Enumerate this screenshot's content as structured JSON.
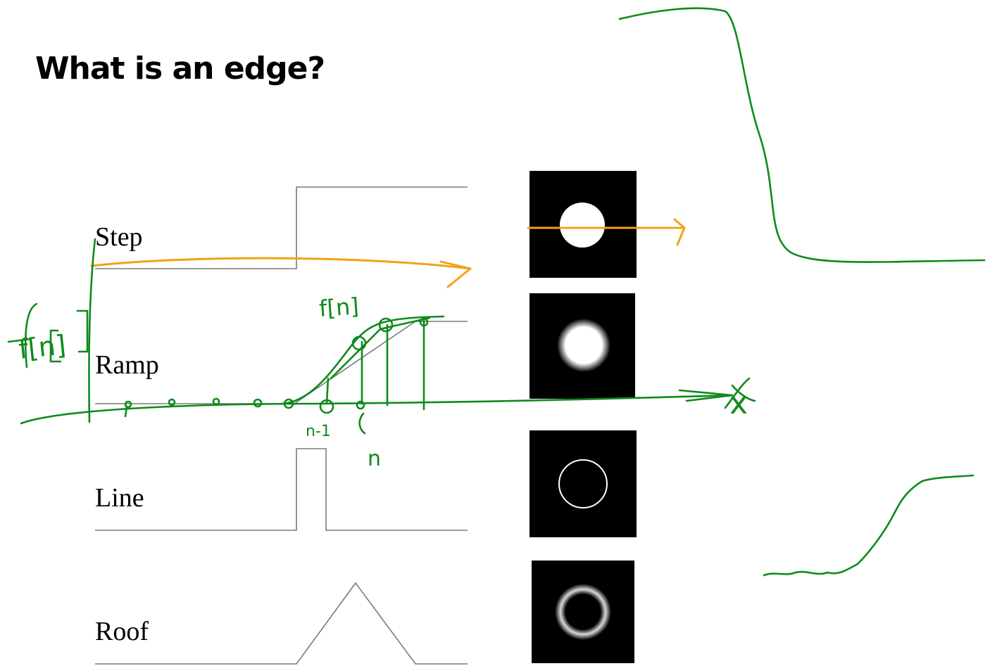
{
  "title": "What is an edge?",
  "profiles": [
    {
      "label": "Step",
      "kind": "step"
    },
    {
      "label": "Ramp",
      "kind": "ramp"
    },
    {
      "label": "Line",
      "kind": "line"
    },
    {
      "label": "Roof",
      "kind": "roof"
    }
  ],
  "annotations": {
    "f_n_left": "f[n]",
    "f_n_top": "f[n]",
    "n_minus_1": "n-1",
    "n": "n",
    "x_axis": "x"
  },
  "colors": {
    "profile_line": "#7a7a7a",
    "ink_green": "#0f8a1c",
    "ink_orange": "#f2a218",
    "image_background": "#000000",
    "image_foreground": "#ffffff"
  }
}
